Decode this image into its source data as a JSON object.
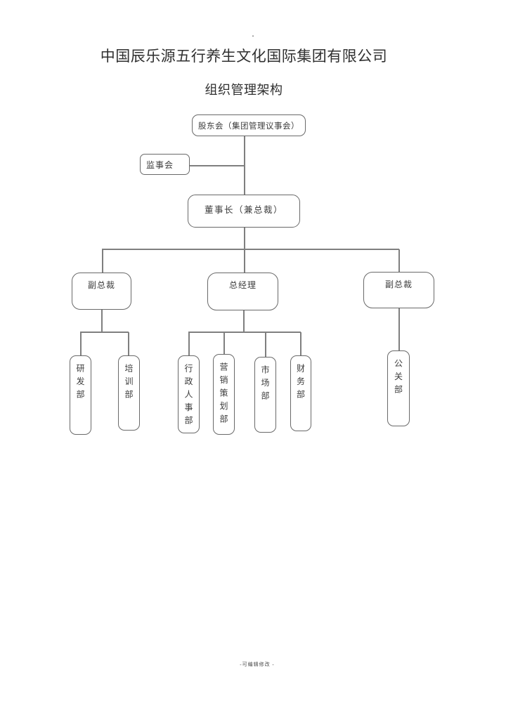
{
  "page": {
    "title": "中国辰乐源五行养生文化国际集团有限公司",
    "subtitle": "组织管理架构",
    "stray_mark": ".",
    "footer": "-可编辑修改  -"
  },
  "org_chart": {
    "nodes": {
      "shareholders": {
        "label": "股东会（集团管理议事会）"
      },
      "supervisory": {
        "label": "监事会"
      },
      "chairman": {
        "label": "董事长（兼总裁）"
      },
      "vp_left": {
        "label": "副总裁"
      },
      "general_manager": {
        "label": "总经理"
      },
      "vp_right": {
        "label": "副总裁"
      },
      "rnd_dept": {
        "label": "研发部"
      },
      "training_dept": {
        "label": "培训部"
      },
      "admin_hr_dept": {
        "label": "行政人事部"
      },
      "marketing_planning_dept": {
        "label": "营销策划部"
      },
      "market_dept": {
        "label": "市场部"
      },
      "finance_dept": {
        "label": "财务部"
      },
      "pr_dept": {
        "label": "公关部"
      }
    },
    "edges": [
      {
        "from": "股东会（集团管理议事会）",
        "to": "监事会"
      },
      {
        "from": "股东会（集团管理议事会）",
        "to": "董事长（兼总裁）"
      },
      {
        "from": "董事长（兼总裁）",
        "to": "副总裁（左）"
      },
      {
        "from": "董事长（兼总裁）",
        "to": "总经理"
      },
      {
        "from": "董事长（兼总裁）",
        "to": "副总裁（右）"
      },
      {
        "from": "副总裁（左）",
        "to": "研发部"
      },
      {
        "from": "副总裁（左）",
        "to": "培训部"
      },
      {
        "from": "总经理",
        "to": "行政人事部"
      },
      {
        "from": "总经理",
        "to": "营销策划部"
      },
      {
        "from": "总经理",
        "to": "市场部"
      },
      {
        "from": "总经理",
        "to": "财务部"
      },
      {
        "from": "副总裁（右）",
        "to": "公关部"
      }
    ],
    "colors": {
      "line": "#7f7f7f",
      "box_border": "#696969",
      "text": "#3c3c3c",
      "background": "#ffffff"
    }
  }
}
